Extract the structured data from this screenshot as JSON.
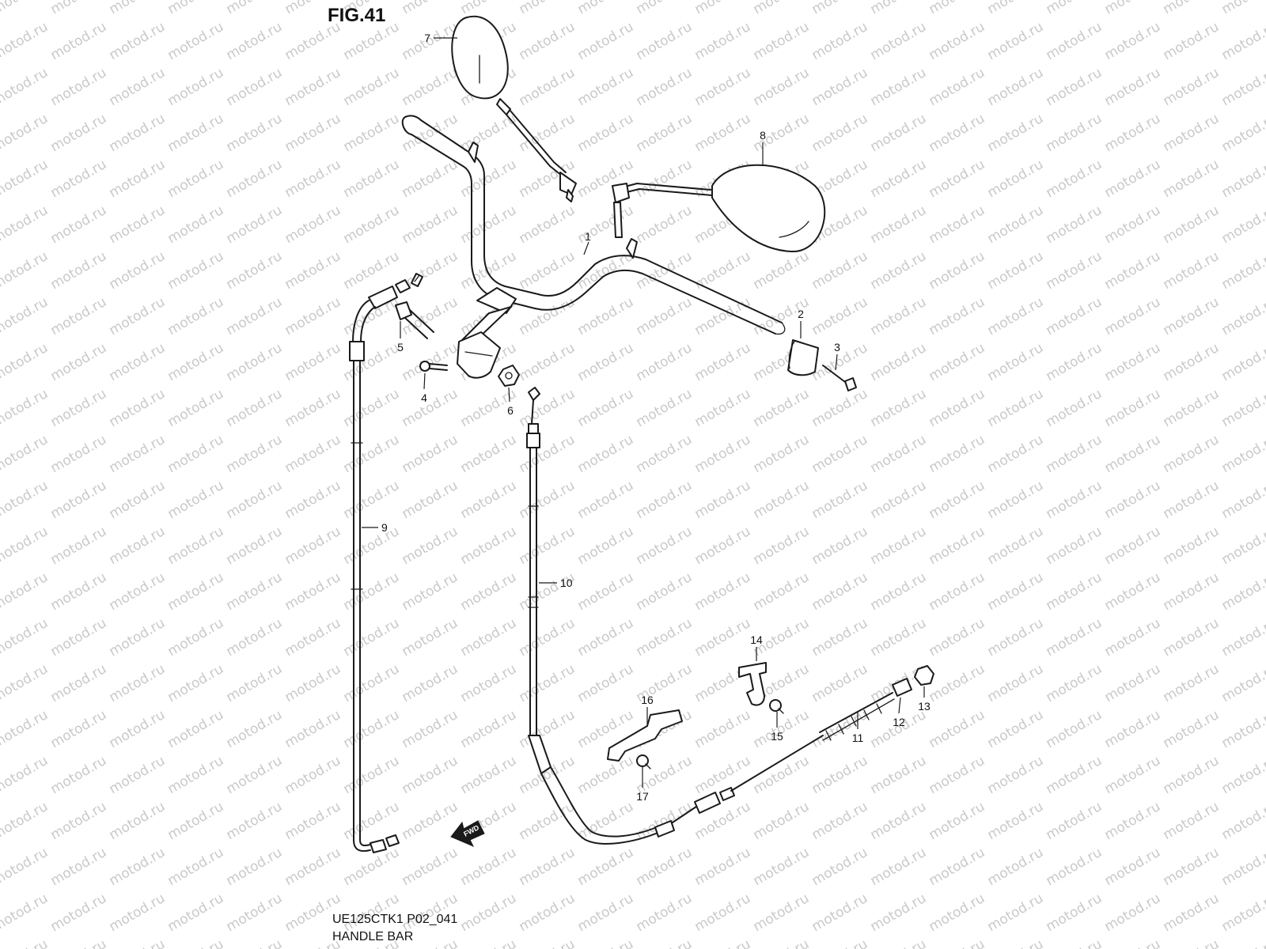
{
  "figure": {
    "title": "FIG.41"
  },
  "caption": {
    "model_code": "UE125CTK1 P02_041",
    "section_name": "HANDLE BAR"
  },
  "watermark": {
    "text": "motod.ru",
    "color": "#c9c9c9"
  },
  "fwd_label": "FWD",
  "callouts": [
    "1",
    "2",
    "3",
    "4",
    "5",
    "6",
    "7",
    "8",
    "9",
    "10",
    "11",
    "12",
    "13",
    "14",
    "15",
    "16",
    "17"
  ],
  "colors": {
    "ink": "#1a1a1a",
    "background": "#ffffff"
  }
}
